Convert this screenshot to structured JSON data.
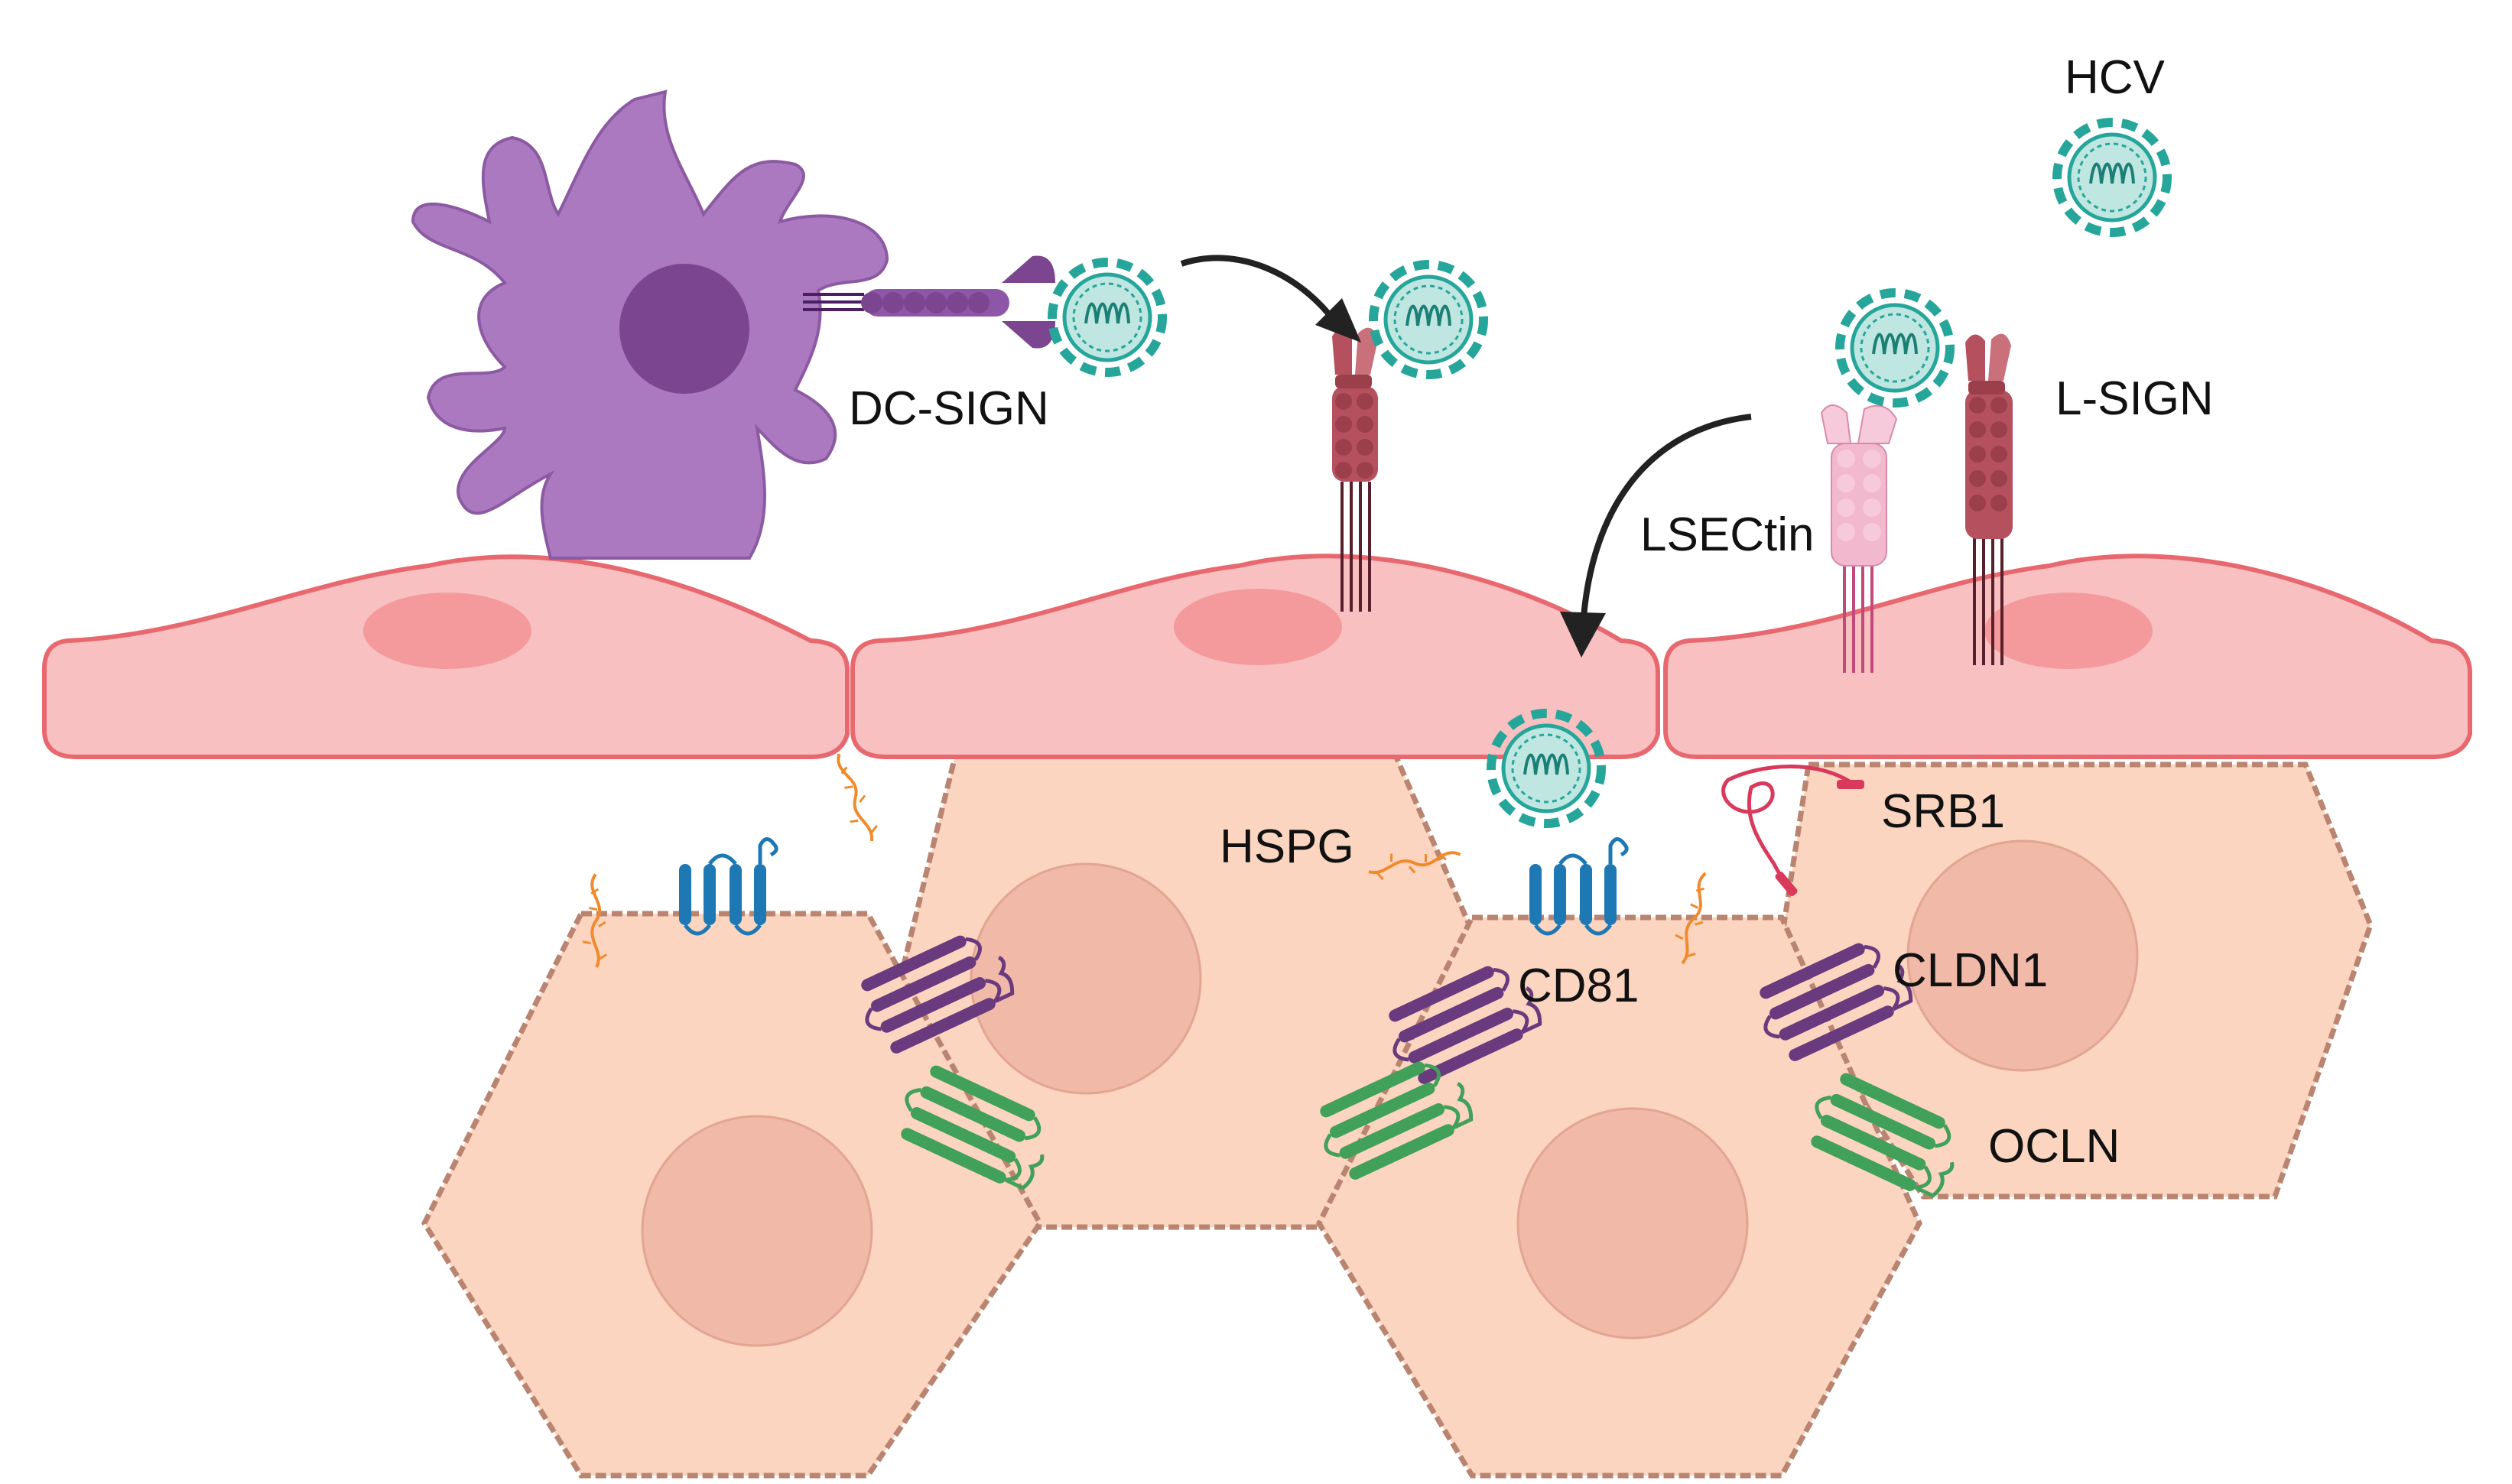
{
  "labels": {
    "hcv": "HCV",
    "dc_sign": "DC-SIGN",
    "l_sign": "L-SIGN",
    "lsectin": "LSECtin",
    "hspg": "HSPG",
    "srb1": "SRB1",
    "cd81": "CD81",
    "cldn1": "CLDN1",
    "ocln": "OCLN"
  },
  "colors": {
    "dendritic_cell": "#ab79c0",
    "dendritic_nucleus": "#7b4590",
    "endothelial_cell": "#f8c0c0",
    "endothelial_nucleus": "#f59a9c",
    "hepatocyte": "#fbd5c0",
    "hepatocyte_nucleus": "#f0b9a8",
    "virus": "#26a69a",
    "dc_sign": "#7b4590",
    "l_sign": "#b5505e",
    "lsectin": "#f2b8cd",
    "hspg": "#f08a2c",
    "cd81": "#1e78b4",
    "cldn1": "#6a3a7e",
    "ocln": "#41a05a",
    "srb1": "#d93a5c",
    "arrow": "#222222"
  }
}
